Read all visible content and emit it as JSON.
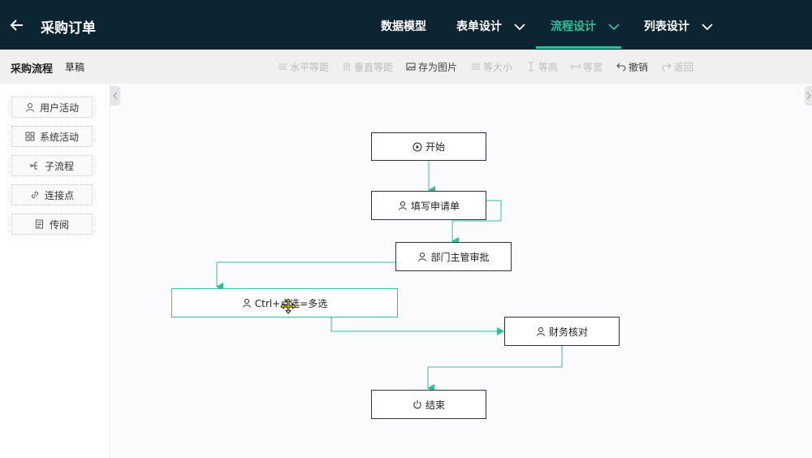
{
  "header": {
    "title": "采购订单",
    "tabs": [
      {
        "label": "数据模型"
      },
      {
        "label": "表单设计"
      },
      {
        "label": "流程设计"
      },
      {
        "label": "列表设计"
      }
    ]
  },
  "toolbar": {
    "flow_name": "采购流程",
    "status": "草稿",
    "tools": [
      "水平等距",
      "垂直等距",
      "存为图片",
      "等大小",
      "等高",
      "等宽",
      "撤销",
      "返回"
    ]
  },
  "palette": [
    {
      "label": "用户活动",
      "icon": "user-icon"
    },
    {
      "label": "系统活动",
      "icon": "grid-icon"
    },
    {
      "label": "子流程",
      "icon": "subflow-icon"
    },
    {
      "label": "连接点",
      "icon": "link-icon"
    },
    {
      "label": "传阅",
      "icon": "circulate-icon"
    }
  ],
  "nodes": {
    "start": "开始",
    "fill": "填写申请单",
    "approve": "部门主管审批",
    "selected": "Ctrl+点选=多选",
    "finance": "财务核对",
    "end": "结束"
  },
  "colors": {
    "header_bg": "#0d2533",
    "accent": "#2fbf9b",
    "edge": "#2fbf9b"
  }
}
